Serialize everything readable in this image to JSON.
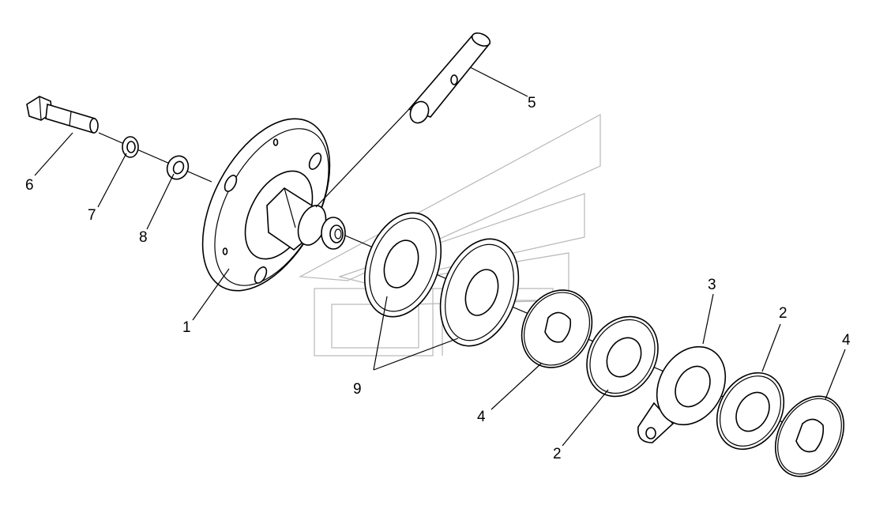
{
  "diagram": {
    "callouts": {
      "hub": "1",
      "washer_2a": "2",
      "washer_2b": "2",
      "tab_washer": "3",
      "washer_4a": "4",
      "washer_4b": "4",
      "pin": "5",
      "bolt": "6",
      "spring_washer": "7",
      "flat_washer": "8",
      "friction_discs": "9"
    }
  }
}
